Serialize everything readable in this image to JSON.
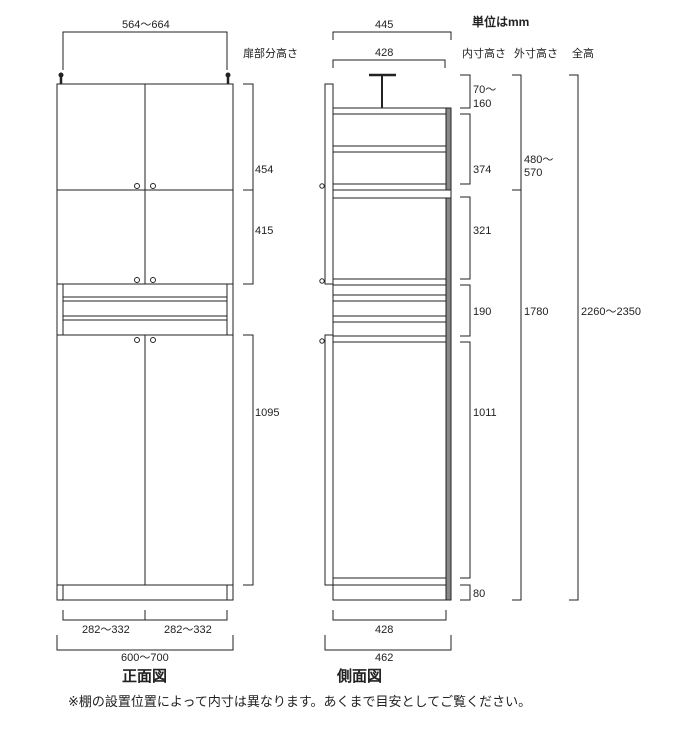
{
  "units_label": "単位はmm",
  "headers": {
    "door_height": "扉部分高さ",
    "inner_height": "内寸高さ",
    "outer_height": "外寸高さ",
    "total_height": "全高"
  },
  "front": {
    "title": "正面図",
    "anchor_span": "564〜664",
    "door_heights": [
      "454",
      "415",
      "1095"
    ],
    "door_width_left": "282〜332",
    "door_width_right": "282〜332",
    "total_width": "600〜700"
  },
  "side": {
    "title": "側面図",
    "top_depth_outer": "445",
    "top_depth_inner": "428",
    "inner_heights": [
      "70〜",
      "160",
      "374",
      "321",
      "190",
      "1011",
      "80"
    ],
    "outer_heights": [
      "480〜",
      "570",
      "1780"
    ],
    "total_height": "2260〜2350",
    "bottom_depth_inner": "428",
    "bottom_depth_outer": "462"
  },
  "note": "※棚の設置位置によって内寸は異なります。あくまで目安としてご覧ください。"
}
